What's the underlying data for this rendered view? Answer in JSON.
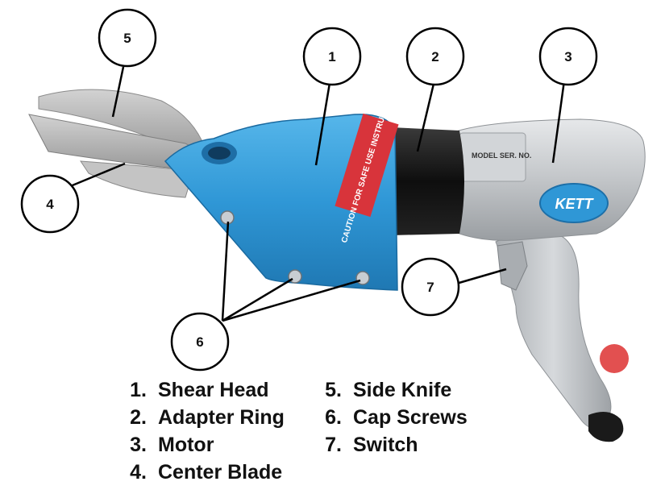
{
  "callouts": [
    {
      "number": "1",
      "label": "Shear Head"
    },
    {
      "number": "2",
      "label": "Adapter Ring"
    },
    {
      "number": "3",
      "label": "Motor"
    },
    {
      "number": "4",
      "label": "Center Blade"
    },
    {
      "number": "5",
      "label": "Side Knife"
    },
    {
      "number": "6",
      "label": "Cap Screws"
    },
    {
      "number": "7",
      "label": "Switch"
    }
  ],
  "legend": {
    "col1": [
      {
        "num": "1.",
        "text": "Shear Head"
      },
      {
        "num": "2.",
        "text": "Adapter Ring"
      },
      {
        "num": "3.",
        "text": "Motor"
      },
      {
        "num": "4.",
        "text": "Center Blade"
      }
    ],
    "col2": [
      {
        "num": "5.",
        "text": "Side Knife"
      },
      {
        "num": "6.",
        "text": "Cap Screws"
      },
      {
        "num": "7.",
        "text": "Switch"
      }
    ]
  },
  "tool": {
    "brand": "KETT",
    "caution_label": "CAUTION FOR SAFE USE INSTRUCTIONS",
    "plate_text": "MODEL SER. NO.",
    "colors": {
      "head": "#2f97d6",
      "body": "#c9cccf",
      "ring": "#111111",
      "label": "#d8343b",
      "blade": "#b9b9b9"
    }
  }
}
